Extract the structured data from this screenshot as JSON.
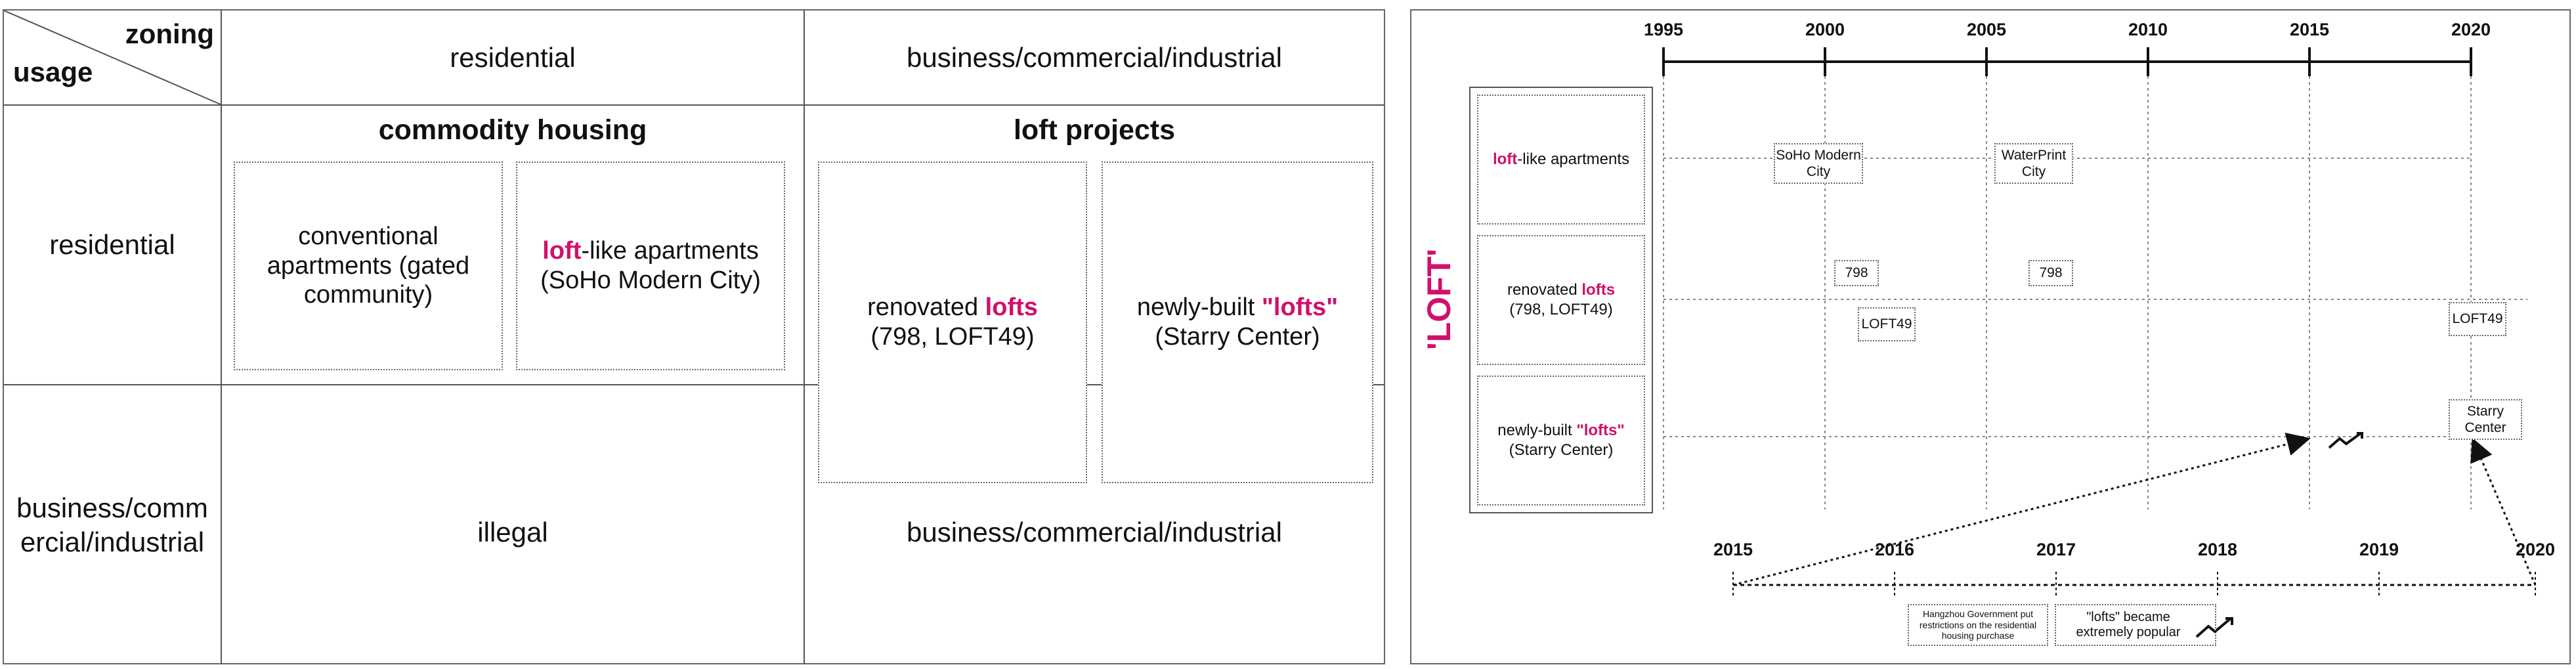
{
  "matrix": {
    "corner_top": "zoning",
    "corner_bottom": "usage",
    "col_residential": "residential",
    "col_business": "business/commercial/industrial",
    "row_residential": "residential",
    "row_business": "business/commercial/industrial",
    "commodity_header": "commodity housing",
    "loft_header": "loft projects",
    "conventional": "conventional apartments (gated community)",
    "loftlike_hl": "loft",
    "loftlike_rest": "-like apartments",
    "loftlike_sub": "(SoHo Modern City)",
    "renovated_pre": "renovated ",
    "renovated_hl": "lofts",
    "renovated_sub": "(798, LOFT49)",
    "newbuilt_pre": "newly-built ",
    "newbuilt_hl": "\"lofts\"",
    "newbuilt_sub": "(Starry Center)",
    "illegal": "illegal",
    "bottom_business": "business/commercial/industrial"
  },
  "timeline": {
    "side_title": "'LOFT'",
    "years_top": [
      "1995",
      "2000",
      "2005",
      "2010",
      "2015",
      "2020"
    ],
    "years_bottom": [
      "2015",
      "2016",
      "2017",
      "2018",
      "2019",
      "2020"
    ],
    "rows": [
      {
        "hl": "loft",
        "rest": "-like apartments",
        "pre": "",
        "sub": ""
      },
      {
        "pre": "renovated ",
        "hl": "lofts",
        "rest": "",
        "sub": "(798, LOFT49)"
      },
      {
        "pre": "newly-built ",
        "hl": "\"lofts\"",
        "rest": "",
        "sub": "(Starry Center)"
      }
    ],
    "events": {
      "soho": "SoHo Modern City",
      "waterprint": "WaterPrint City",
      "798_a": "798",
      "798_b": "798",
      "loft49_a": "LOFT49",
      "loft49_b": "LOFT49",
      "starry": "Starry Center"
    },
    "notes": {
      "hangzhou": "Hangzhou Government put restrictions on the residential housing purchase",
      "popular": "\"lofts\" became extremely popular"
    }
  },
  "colors": {
    "accent": "#d0106b",
    "line": "#555555"
  }
}
